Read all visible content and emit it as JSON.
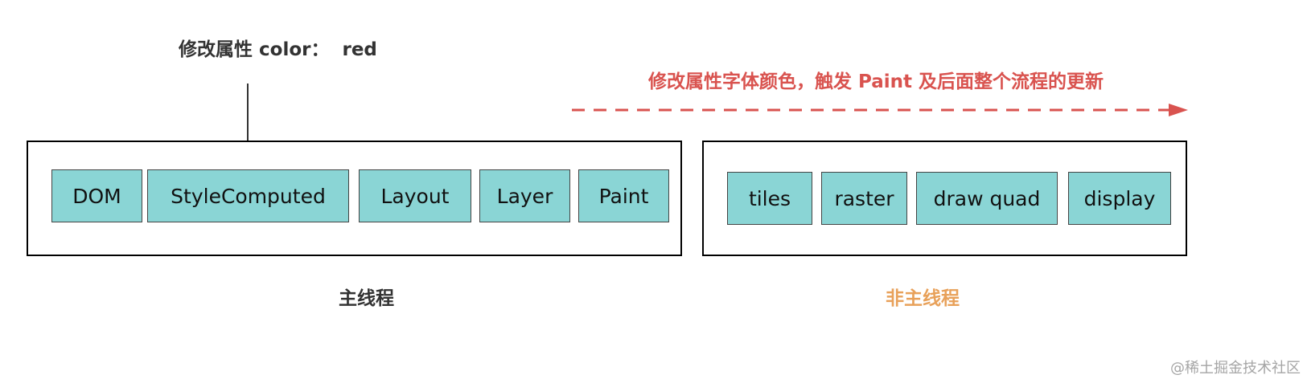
{
  "top_label": "修改属性 color：  red",
  "annotation": {
    "text": "修改属性字体颜色，触发 Paint 及后面整个流程的更新",
    "color": "#d9534f"
  },
  "main_thread": {
    "steps": [
      "DOM",
      "StyleComputed",
      "Layout",
      "Layer",
      "Paint"
    ],
    "caption": "主线程"
  },
  "non_main_thread": {
    "steps": [
      "tiles",
      "raster",
      "draw quad",
      "display"
    ],
    "caption": "非主线程",
    "caption_color": "#e8a15a"
  },
  "colors": {
    "step_fill": "#8ad5d5",
    "border": "#000000"
  },
  "watermark": "@稀土掘金技术社区"
}
